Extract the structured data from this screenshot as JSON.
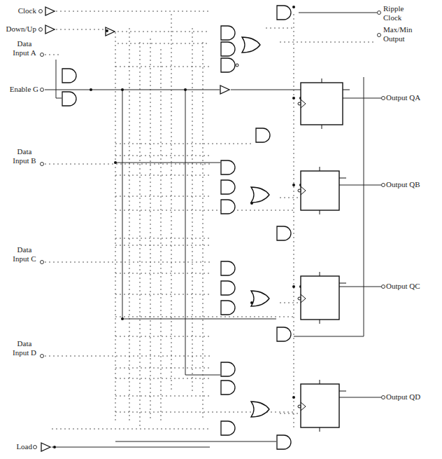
{
  "diagram": {
    "labels": [
      "Clock",
      "Down/Up",
      "Data Input A",
      "Enable G",
      "Data Input B",
      "Data Input C",
      "Data Input D",
      "Load",
      "Ripple Clock",
      "Max/Min Output",
      "Output QA",
      "Output QB",
      "Output QC",
      "Output QD"
    ]
  }
}
